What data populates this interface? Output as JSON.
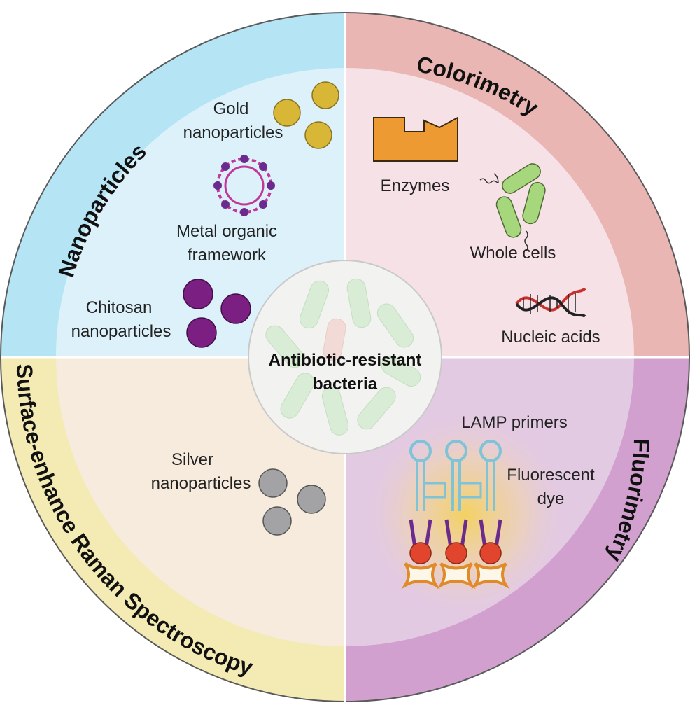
{
  "center": {
    "line1": "Antibiotic-resistant",
    "line2": "bacteria"
  },
  "quadrants": {
    "top_left": {
      "title": "Nanoparticles",
      "outer_color": "#b5e5f4",
      "inner_color": "#dcf1f9"
    },
    "top_right": {
      "title": "Colorimetry",
      "outer_color": "#e9b6b4",
      "inner_color": "#f6e1e7"
    },
    "bottom_right": {
      "title": "Fluorimetry",
      "outer_color": "#d2a0cf",
      "inner_color": "#e3cae3"
    },
    "bottom_left": {
      "title": "Surface-enhance Raman Spectroscopy",
      "outer_color": "#f3ebb3",
      "inner_color": "#f6ebdc"
    }
  },
  "items": {
    "gold_1": "Gold",
    "gold_2": "nanoparticles",
    "mof_1": "Metal organic",
    "mof_2": "framework",
    "chitosan_1": "Chitosan",
    "chitosan_2": "nanoparticles",
    "enzymes": "Enzymes",
    "whole_cells": "Whole cells",
    "nucleic_acids": "Nucleic acids",
    "lamp_primers": "LAMP primers",
    "dye_1": "Fluorescent",
    "dye_2": "dye",
    "silver_1": "Silver",
    "silver_2": "nanoparticles"
  },
  "icons": {
    "gold": "gold-nanoparticle-icon",
    "mof": "metal-organic-framework-icon",
    "chitosan": "chitosan-nanoparticle-icon",
    "enzyme": "enzyme-icon",
    "cells": "bacterial-cell-icon",
    "dna": "dna-helix-icon",
    "primer": "lamp-primer-icon",
    "silver": "silver-nanoparticle-icon"
  },
  "colors": {
    "gold": "#d8b737",
    "chitosan": "#7b1f83",
    "silver": "#a3a3a6",
    "enzyme": "#ee9a33",
    "cell": "#a6d77c",
    "mof": "#c2379a",
    "dna_red": "#c8312b",
    "primer_blue": "#7fc3d8",
    "purple": "#6b2a8e",
    "red_dot": "#e1452d"
  }
}
